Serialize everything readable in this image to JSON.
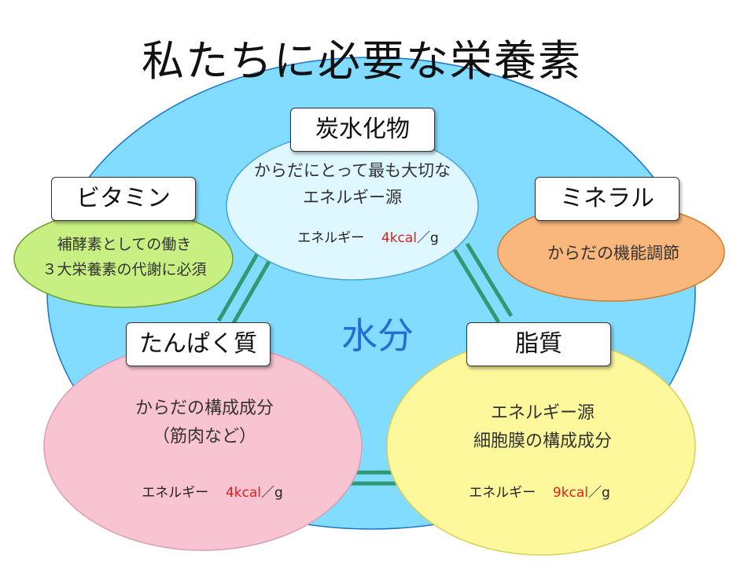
{
  "title": "私たちに必要な栄養素",
  "center": {
    "label": "水分"
  },
  "nutrients": {
    "carbs": {
      "label": "炭水化物",
      "desc_line1": "からだにとって最も大切な",
      "desc_line2": "エネルギー源",
      "energy_label": "エネルギー",
      "energy_value": "4kcal",
      "energy_unit": "／g"
    },
    "vitamin": {
      "label": "ビタミン",
      "desc_line1": "補酵素としての働き",
      "desc_line2": "３大栄養素の代謝に必須"
    },
    "mineral": {
      "label": "ミネラル",
      "desc_line1": "からだの機能調節"
    },
    "protein": {
      "label": "たんぱく質",
      "desc_line1": "からだの構成成分",
      "desc_line2": "（筋肉など）",
      "energy_label": "エネルギー",
      "energy_value": "4kcal",
      "energy_unit": "／g"
    },
    "fat": {
      "label": "脂質",
      "desc_line1": "エネルギー源",
      "desc_line2": "細胞膜の構成成分",
      "energy_label": "エネルギー",
      "energy_value": "9kcal",
      "energy_unit": "／g"
    }
  },
  "colors": {
    "outer_circle": "#82dcff",
    "carbs_fill": "#dff7ff",
    "vitamin_fill": "#c7ef82",
    "mineral_fill": "#f9b77c",
    "protein_fill": "#f9c4d1",
    "fat_fill": "#fdf89c",
    "connector": "#2e9a73",
    "water_text": "#1f6fd6",
    "energy_value": "#e02020"
  }
}
